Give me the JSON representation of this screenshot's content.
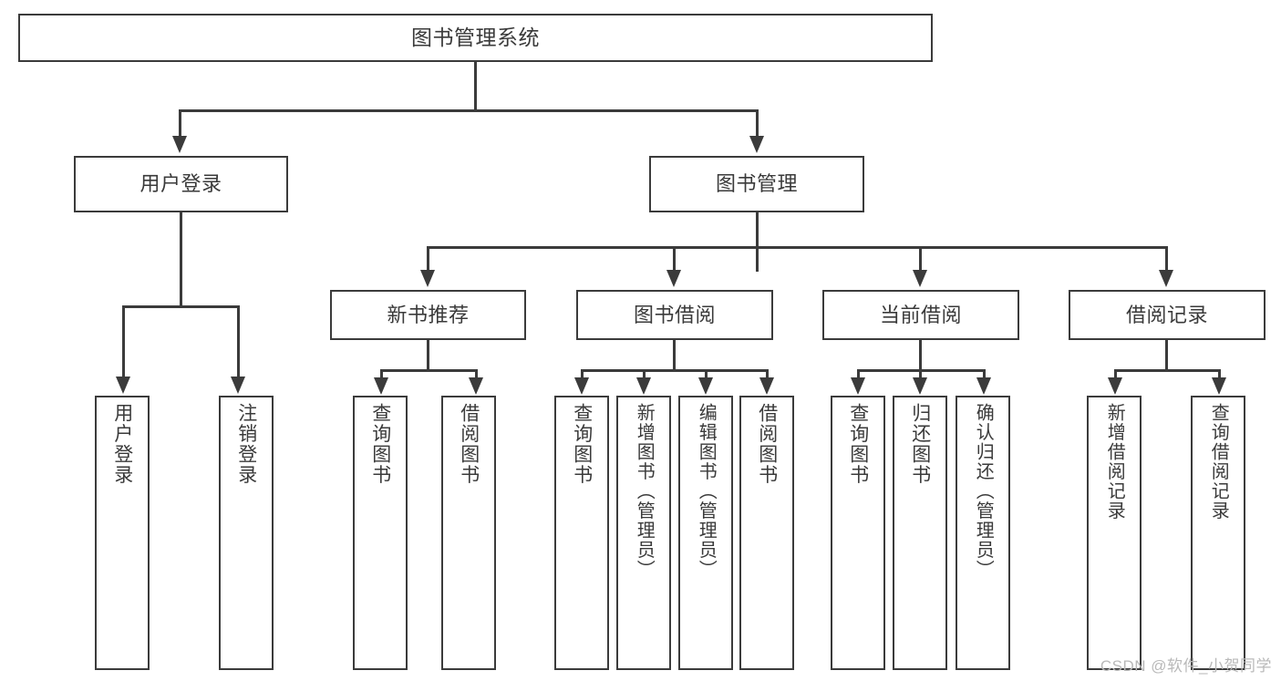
{
  "diagram": {
    "type": "tree-hierarchy-diagram",
    "title": "图书管理系统",
    "root": {
      "id": "root",
      "label": "图书管理系统",
      "orientation": "horizontal"
    },
    "level2": [
      {
        "id": "user-login",
        "label": "用户登录",
        "orientation": "horizontal"
      },
      {
        "id": "book-management",
        "label": "图书管理",
        "orientation": "horizontal"
      }
    ],
    "level3": [
      {
        "id": "new-book-recommend",
        "label": "新书推荐",
        "orientation": "horizontal",
        "parent": "book-management"
      },
      {
        "id": "book-borrow",
        "label": "图书借阅",
        "orientation": "horizontal",
        "parent": "book-management"
      },
      {
        "id": "current-borrow",
        "label": "当前借阅",
        "orientation": "horizontal",
        "parent": "book-management"
      },
      {
        "id": "borrow-record",
        "label": "借阅记录",
        "orientation": "horizontal",
        "parent": "book-management"
      }
    ],
    "leaves": {
      "user-login": [
        {
          "id": "leaf-user-login",
          "label": "用户登录",
          "orientation": "vertical"
        },
        {
          "id": "leaf-user-logout",
          "label": "注销登录",
          "orientation": "vertical"
        }
      ],
      "new-book-recommend": [
        {
          "id": "leaf-query-book-1",
          "label": "查询图书",
          "orientation": "vertical"
        },
        {
          "id": "leaf-borrow-book-1",
          "label": "借阅图书",
          "orientation": "vertical"
        }
      ],
      "book-borrow": [
        {
          "id": "leaf-query-book-2",
          "label": "查询图书",
          "orientation": "vertical"
        },
        {
          "id": "leaf-add-book",
          "label": "新增图书（管理员）",
          "orientation": "vertical"
        },
        {
          "id": "leaf-edit-book",
          "label": "编辑图书（管理员）",
          "orientation": "vertical"
        },
        {
          "id": "leaf-borrow-book-2",
          "label": "借阅图书",
          "orientation": "vertical"
        }
      ],
      "current-borrow": [
        {
          "id": "leaf-query-book-3",
          "label": "查询图书",
          "orientation": "vertical"
        },
        {
          "id": "leaf-return-book",
          "label": "归还图书",
          "orientation": "vertical"
        },
        {
          "id": "leaf-confirm-return",
          "label": "确认归还（管理员）",
          "orientation": "vertical"
        }
      ],
      "borrow-record": [
        {
          "id": "leaf-add-record",
          "label": "新增借阅记录",
          "orientation": "vertical"
        },
        {
          "id": "leaf-query-record",
          "label": "查询借阅记录",
          "orientation": "vertical"
        }
      ]
    },
    "colors": {
      "stroke": "#3b3b3b",
      "fill": "#ffffff",
      "text": "#3a3a3a",
      "watermark": "#b9b9b9"
    }
  },
  "watermark": {
    "text": "CSDN @软件_小贺同学"
  }
}
